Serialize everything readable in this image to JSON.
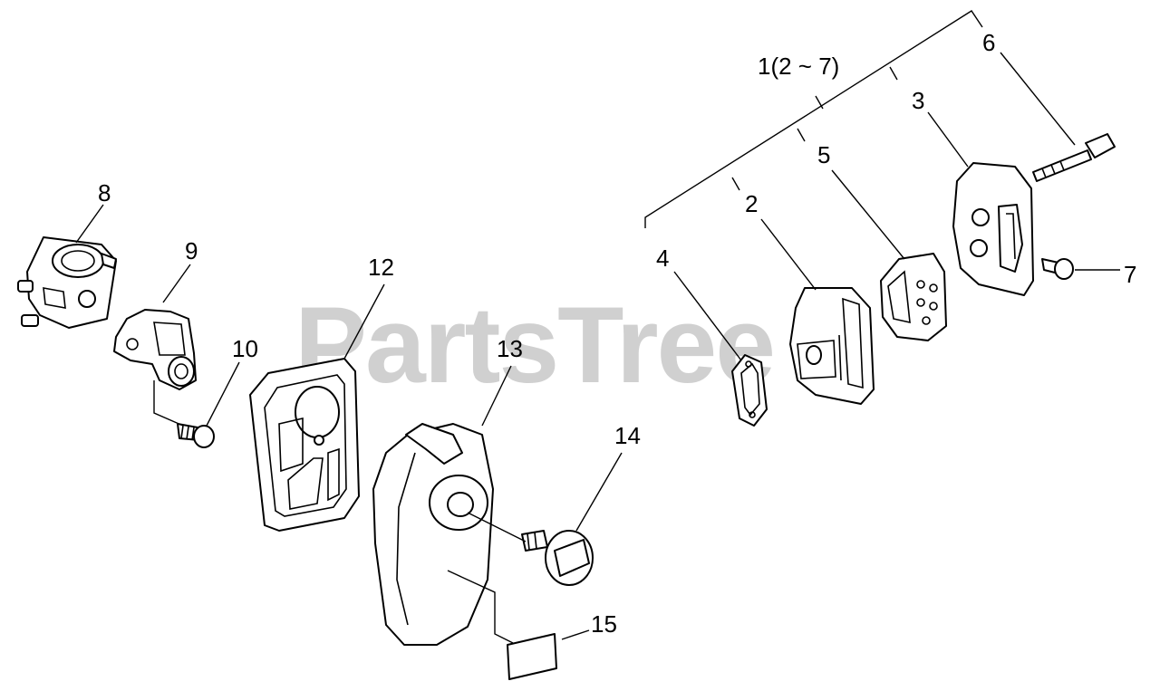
{
  "watermark": {
    "text": "PartsTree",
    "color": "#c8c8c8"
  },
  "callouts": {
    "c1": "1(2 ~ 7)",
    "c2": "2",
    "c3": "3",
    "c4": "4",
    "c5": "5",
    "c6": "6",
    "c7": "7",
    "c8": "8",
    "c9": "9",
    "c10": "10",
    "c12": "12",
    "c13": "13",
    "c14": "14",
    "c15": "15"
  },
  "line_color": "#000000"
}
